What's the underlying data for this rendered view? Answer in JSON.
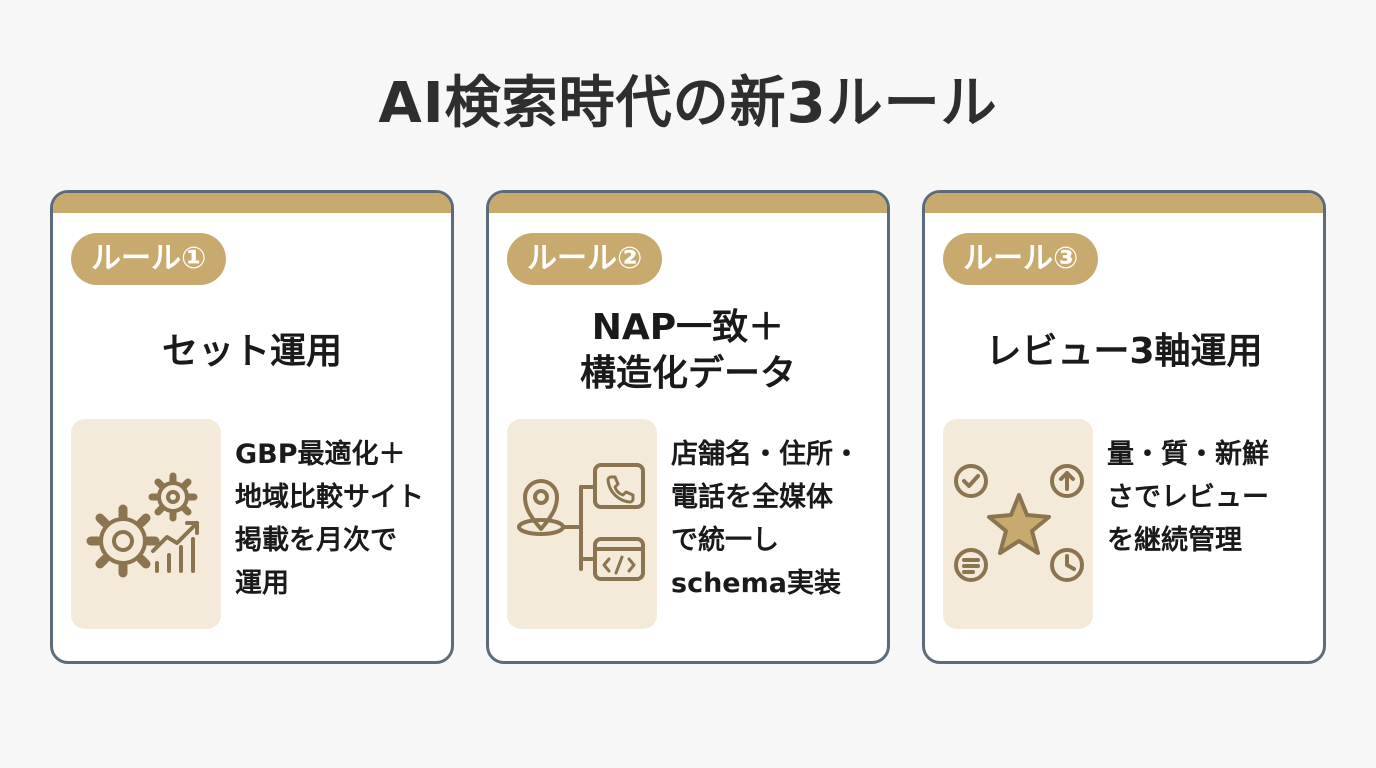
{
  "title": "AI検索時代の新3ルール",
  "colors": {
    "accent": "#c8aa6e",
    "border": "#5c6b7a",
    "icon": "#8a7550",
    "iconbg": "#f3ead9"
  },
  "cards": [
    {
      "badge": "ルール①",
      "heading": [
        "セット運用"
      ],
      "icon": "gears-growth-icon",
      "desc": [
        "GBP最適化＋",
        "地域比較サイト",
        "掲載を月次で",
        "運用"
      ]
    },
    {
      "badge": "ルール②",
      "heading": [
        "NAP一致＋",
        "構造化データ"
      ],
      "icon": "location-phone-code-icon",
      "desc": [
        "店舗名・住所・",
        "電話を全媒体",
        "で統一し",
        "schema実装"
      ]
    },
    {
      "badge": "ルール③",
      "heading": [
        "レビュー3軸運用"
      ],
      "icon": "star-review-icon",
      "desc": [
        "量・質・新鮮",
        "さでレビュー",
        "を継続管理"
      ]
    }
  ]
}
